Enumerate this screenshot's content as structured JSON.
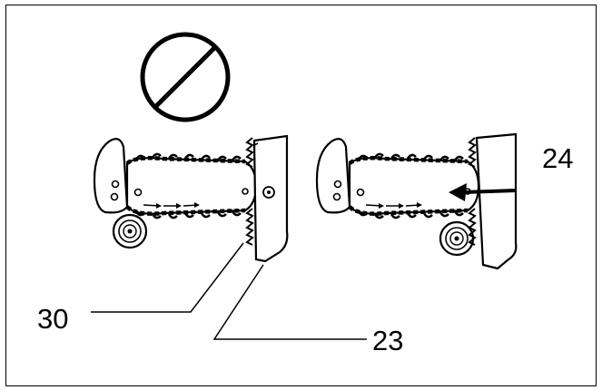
{
  "figure": {
    "callouts": {
      "label_24": "24",
      "label_30": "30",
      "label_23": "23"
    },
    "icons": {
      "prohibited": "prohibition-circle-icon",
      "direction": "arrow-left-icon"
    },
    "colors": {
      "ink": "#000000",
      "background": "#ffffff"
    }
  }
}
